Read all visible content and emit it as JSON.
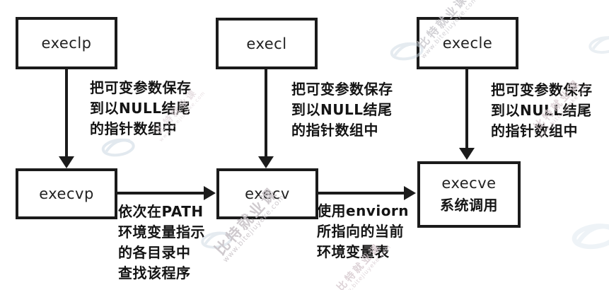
{
  "diagram": {
    "nodes": {
      "execlp": {
        "label": "execlp"
      },
      "execl": {
        "label": "execl"
      },
      "execle": {
        "label": "execle"
      },
      "execvp": {
        "label": "execvp"
      },
      "execv": {
        "label": "execv"
      },
      "execve": {
        "label": "execve",
        "sublabel": "系统调用"
      }
    },
    "notes": {
      "save_args_1": {
        "lines": [
          "把可变参数保存",
          "到以NULL结尾",
          "的指针数组中"
        ]
      },
      "save_args_2": {
        "lines": [
          "把可变参数保存",
          "到以NULL结尾",
          "的指针数组中"
        ]
      },
      "save_args_3": {
        "lines": [
          "把可变参数保存",
          "到以NULL结尾",
          "的指针数组中"
        ]
      },
      "path_search": {
        "lines": [
          "依次在PATH",
          "环境变量指示",
          "的各目录中",
          "查找该程序"
        ]
      },
      "environ": {
        "lines": [
          "使用enviorn",
          "所指向的当前",
          "环境变量表"
        ]
      }
    },
    "watermark": {
      "brand": "比特就业课",
      "url": "www.bitejiuyeke.com"
    },
    "colors": {
      "line": "#1b1b1b",
      "text": "#141414",
      "background": "#ffffff",
      "watermark_swirl": "#ccd8e2",
      "watermark_text_gray": "#c8c6cb",
      "watermark_text_pink": "#dbced3"
    }
  }
}
